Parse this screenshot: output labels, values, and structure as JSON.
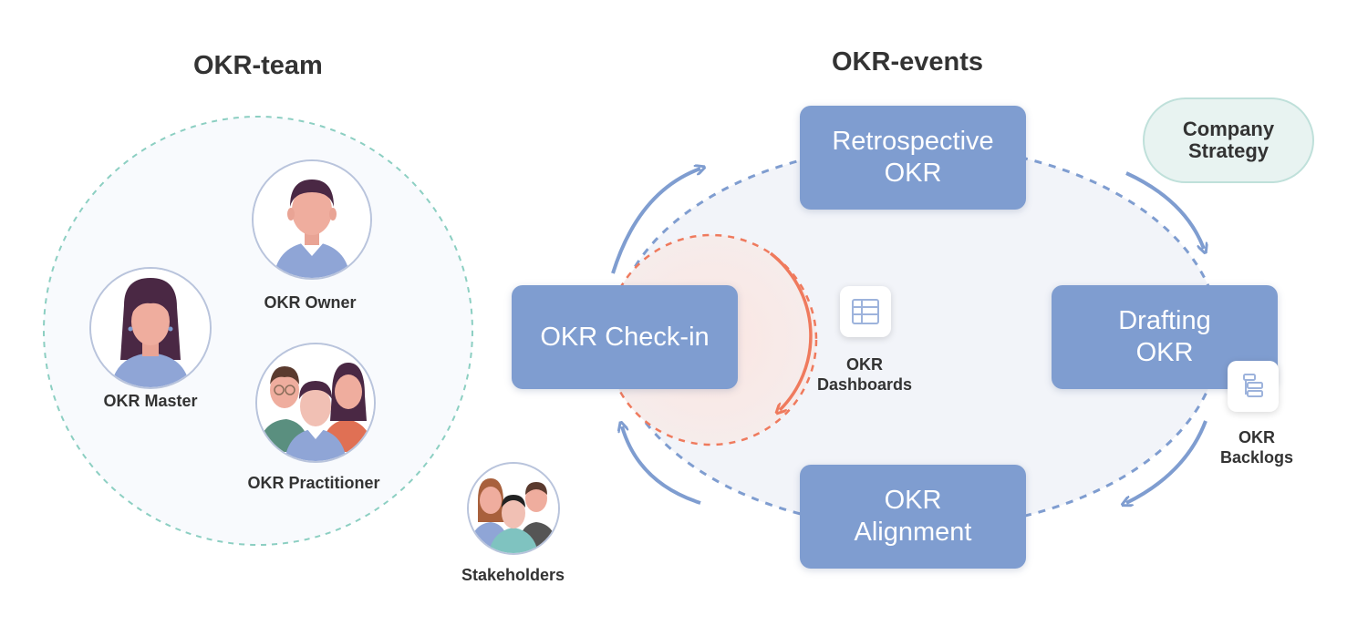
{
  "team": {
    "title": "OKR-team",
    "owner_label": "OKR Owner",
    "master_label": "OKR Master",
    "practitioner_label": "OKR Practitioner"
  },
  "events": {
    "title": "OKR-events",
    "retrospective": "Retrospective\nOKR",
    "drafting": "Drafting\nOKR",
    "alignment": "OKR\nAlignment",
    "checkin": "OKR Check-in",
    "dashboards": "OKR\nDashboards",
    "backlogs": "OKR\nBacklogs"
  },
  "company_strategy": "Company\nStrategy",
  "stakeholders_label": "Stakeholders",
  "colors": {
    "box": "#7f9dd0",
    "cycle_arrow": "#7f9dd0",
    "checkin_arrow": "#ef7a5d",
    "team_circle": "#8ccfc2"
  }
}
